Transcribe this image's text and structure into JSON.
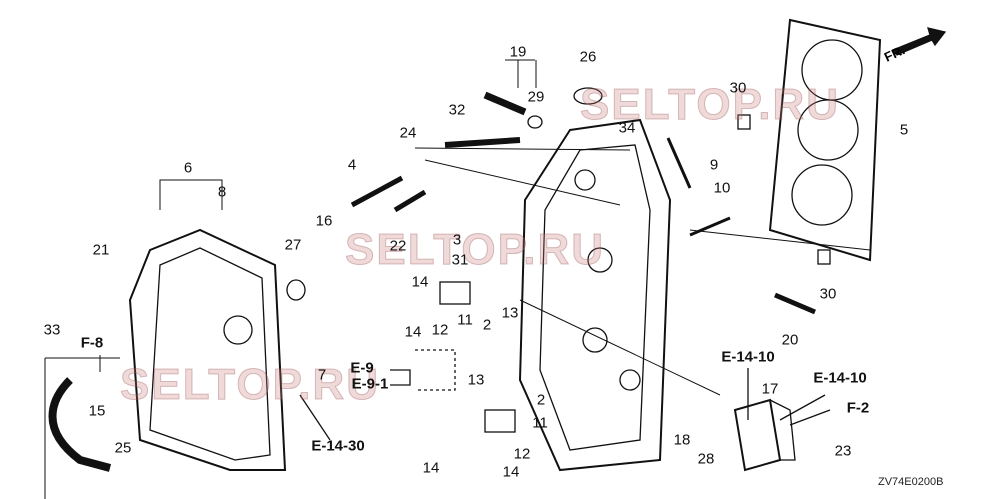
{
  "diagram_code": "ZV74E0200B",
  "direction_marker": "FR.",
  "watermarks": [
    "SELTOP.RU",
    "SELTOP.RU",
    "SELTOP.RU"
  ],
  "part_labels": [
    "19",
    "26",
    "29",
    "30",
    "5",
    "32",
    "24",
    "34",
    "9",
    "4",
    "6",
    "8",
    "10",
    "3",
    "16",
    "27",
    "22",
    "21",
    "31",
    "14",
    "14",
    "12",
    "11",
    "2",
    "13",
    "30",
    "20",
    "33",
    "7",
    "17",
    "13",
    "2",
    "15",
    "11",
    "18",
    "28",
    "23",
    "25",
    "12",
    "14",
    "14"
  ],
  "references": [
    "F-8",
    "E-9",
    "E-9-1",
    "E-14-10",
    "E-14-10",
    "F-2",
    "E-14-30"
  ]
}
